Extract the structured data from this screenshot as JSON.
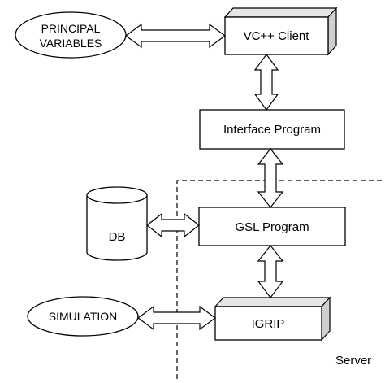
{
  "nodes": {
    "principal": {
      "line1": "PRINCIPAL",
      "line2": "VARIABLES",
      "shape": "ellipse"
    },
    "vc_client": {
      "label": "VC++ Client",
      "shape": "3d-box"
    },
    "interface": {
      "label": "Interface Program",
      "shape": "rectangle"
    },
    "db": {
      "label": "DB",
      "shape": "cylinder"
    },
    "gsl": {
      "label": "GSL Program",
      "shape": "rectangle"
    },
    "simulation": {
      "label": "SIMULATION",
      "shape": "ellipse"
    },
    "igrip": {
      "label": "IGRIP",
      "shape": "3d-box"
    }
  },
  "server_region": {
    "label": "Server",
    "border": "dashed"
  },
  "arrows": [
    {
      "from": "principal",
      "to": "vc_client",
      "style": "double-headed"
    },
    {
      "from": "vc_client",
      "to": "interface",
      "style": "double-headed"
    },
    {
      "from": "interface",
      "to": "gsl",
      "style": "double-headed"
    },
    {
      "from": "db",
      "to": "gsl",
      "style": "double-headed"
    },
    {
      "from": "gsl",
      "to": "igrip",
      "style": "double-headed"
    },
    {
      "from": "simulation",
      "to": "igrip",
      "style": "double-headed"
    }
  ],
  "colors": {
    "stroke": "#000000",
    "fill": "#ffffff",
    "box_side": "#cfcfcf",
    "box_top": "#e6e6e6"
  }
}
